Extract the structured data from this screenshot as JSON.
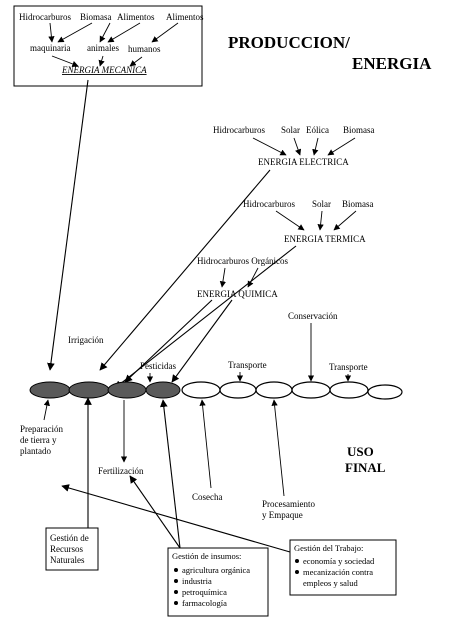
{
  "title": {
    "line1": "PRODUCCION/",
    "line2": "ENERGIA"
  },
  "mechanical_box": {
    "sources": [
      "Hidrocarburos",
      "Biomasa",
      "Alimentos",
      "Alimentos"
    ],
    "inputs": [
      "maquinaria",
      "animales",
      "humanos"
    ],
    "result": "ENERGIA MECANICA"
  },
  "electric": {
    "sources": [
      "Hidrocarburos",
      "Solar",
      "Eólica",
      "Biomasa"
    ],
    "result": "ENERGIA ELECTRICA"
  },
  "thermal": {
    "sources": [
      "Hidrocarburos",
      "Solar",
      "Biomasa"
    ],
    "result": "ENERGIA TERMICA"
  },
  "chemical": {
    "sources": [
      "Hidrocarburos Orgánicos"
    ],
    "result": "ENERGIA QUIMICA"
  },
  "chain_labels": {
    "irrigacion": "Irrigación",
    "pesticidas": "Pesticidas",
    "transporte_1": "Transporte",
    "conservacion": "Conservación",
    "transporte_2": "Transporte",
    "preparacion": [
      "Preparación",
      "de tierra y",
      "plantado"
    ],
    "fertilizacion": "Fertilización",
    "cosecha": "Cosecha",
    "procesamiento": [
      "Procesamiento",
      "y Empaque"
    ]
  },
  "uso_final": [
    "USO",
    "FINAL"
  ],
  "gestion_recursos": [
    "Gestión de",
    "Recursos",
    "Naturales"
  ],
  "gestion_insumos": {
    "title": "Gestión de insumos:",
    "items": [
      "agricultura orgánica",
      "industria",
      "petroquímica",
      "farmacología"
    ]
  },
  "gestion_trabajo": {
    "title": "Gestión del Trabajo:",
    "items": [
      [
        "economía y sociedad"
      ],
      [
        "mecanización contra",
        "empleos y salud"
      ]
    ]
  },
  "colors": {
    "line": "#000000",
    "stage_used": "#5a5a5a",
    "stage_free": "#ffffff",
    "background": "#ffffff"
  },
  "icons": {
    "bullet": "bullet-dot-icon",
    "arrow": "arrowhead-icon"
  }
}
